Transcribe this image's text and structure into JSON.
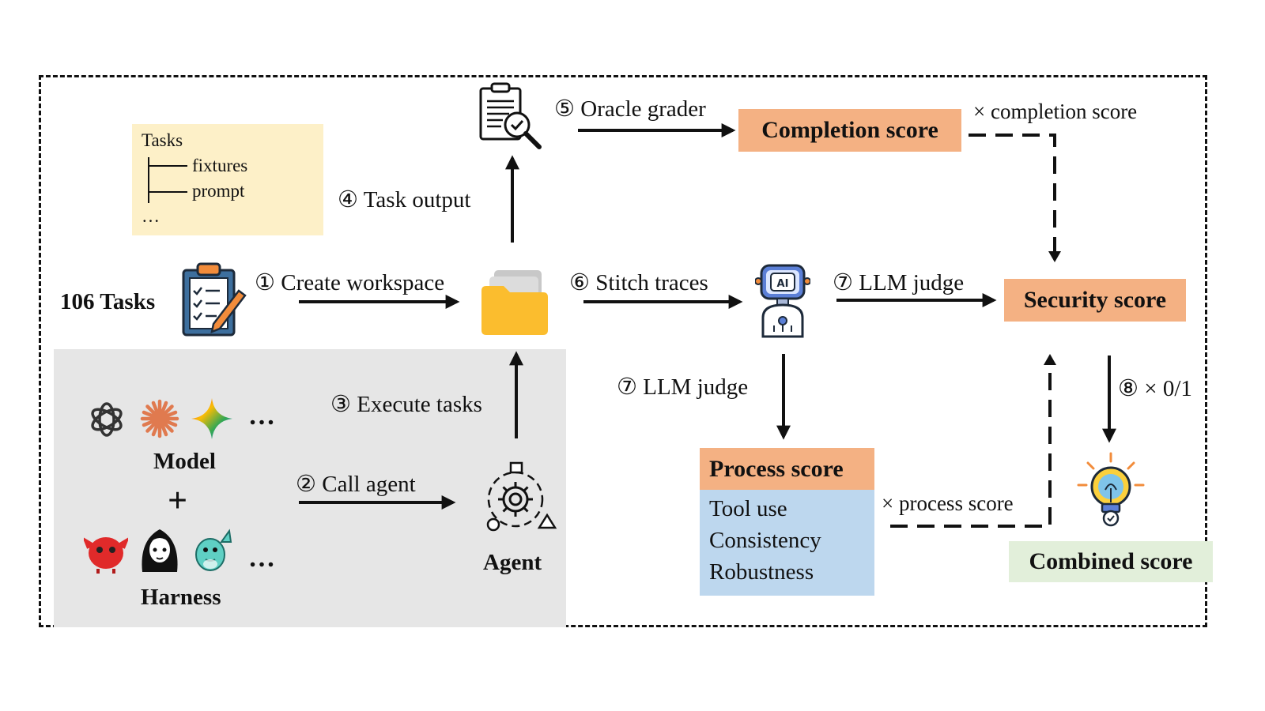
{
  "tasks_tree": {
    "root": "Tasks",
    "children": [
      "fixtures",
      "prompt"
    ],
    "ellipsis": "…"
  },
  "task_count_label": "106 Tasks",
  "steps": {
    "s1": "① Create workspace",
    "s2": "② Call agent",
    "s3": "③ Execute tasks",
    "s4": "④ Task output",
    "s5": "⑤ Oracle grader",
    "s6": "⑥ Stitch traces",
    "s7a": "⑦ LLM judge",
    "s7b": "⑦ LLM judge",
    "s8": "⑧ × 0/1"
  },
  "panel": {
    "model_label": "Model",
    "plus": "+",
    "harness_label": "Harness",
    "ellipsis": "…"
  },
  "agent_label": "Agent",
  "scores": {
    "completion": "Completion score",
    "security": "Security score",
    "process": "Process score",
    "combined": "Combined score"
  },
  "process_items": [
    "Tool use",
    "Consistency",
    "Robustness"
  ],
  "multipliers": {
    "completion": "× completion score",
    "process": "× process score"
  },
  "colors": {
    "score_orange": "#f4b183",
    "process_blue": "#bdd7ee",
    "combined_green": "#e2efda",
    "tasks_yellow": "#fdf0c8",
    "panel_gray": "#e6e6e6"
  },
  "icons": [
    "clipboard-checklist-icon",
    "document-magnifier-icon",
    "folder-icon",
    "ai-robot-icon",
    "gear-agent-icon",
    "lightbulb-icon",
    "openai-logo-icon",
    "claude-logo-icon",
    "gemini-logo-icon",
    "red-mascot-icon",
    "anime-girl-icon",
    "teal-mascot-icon"
  ]
}
